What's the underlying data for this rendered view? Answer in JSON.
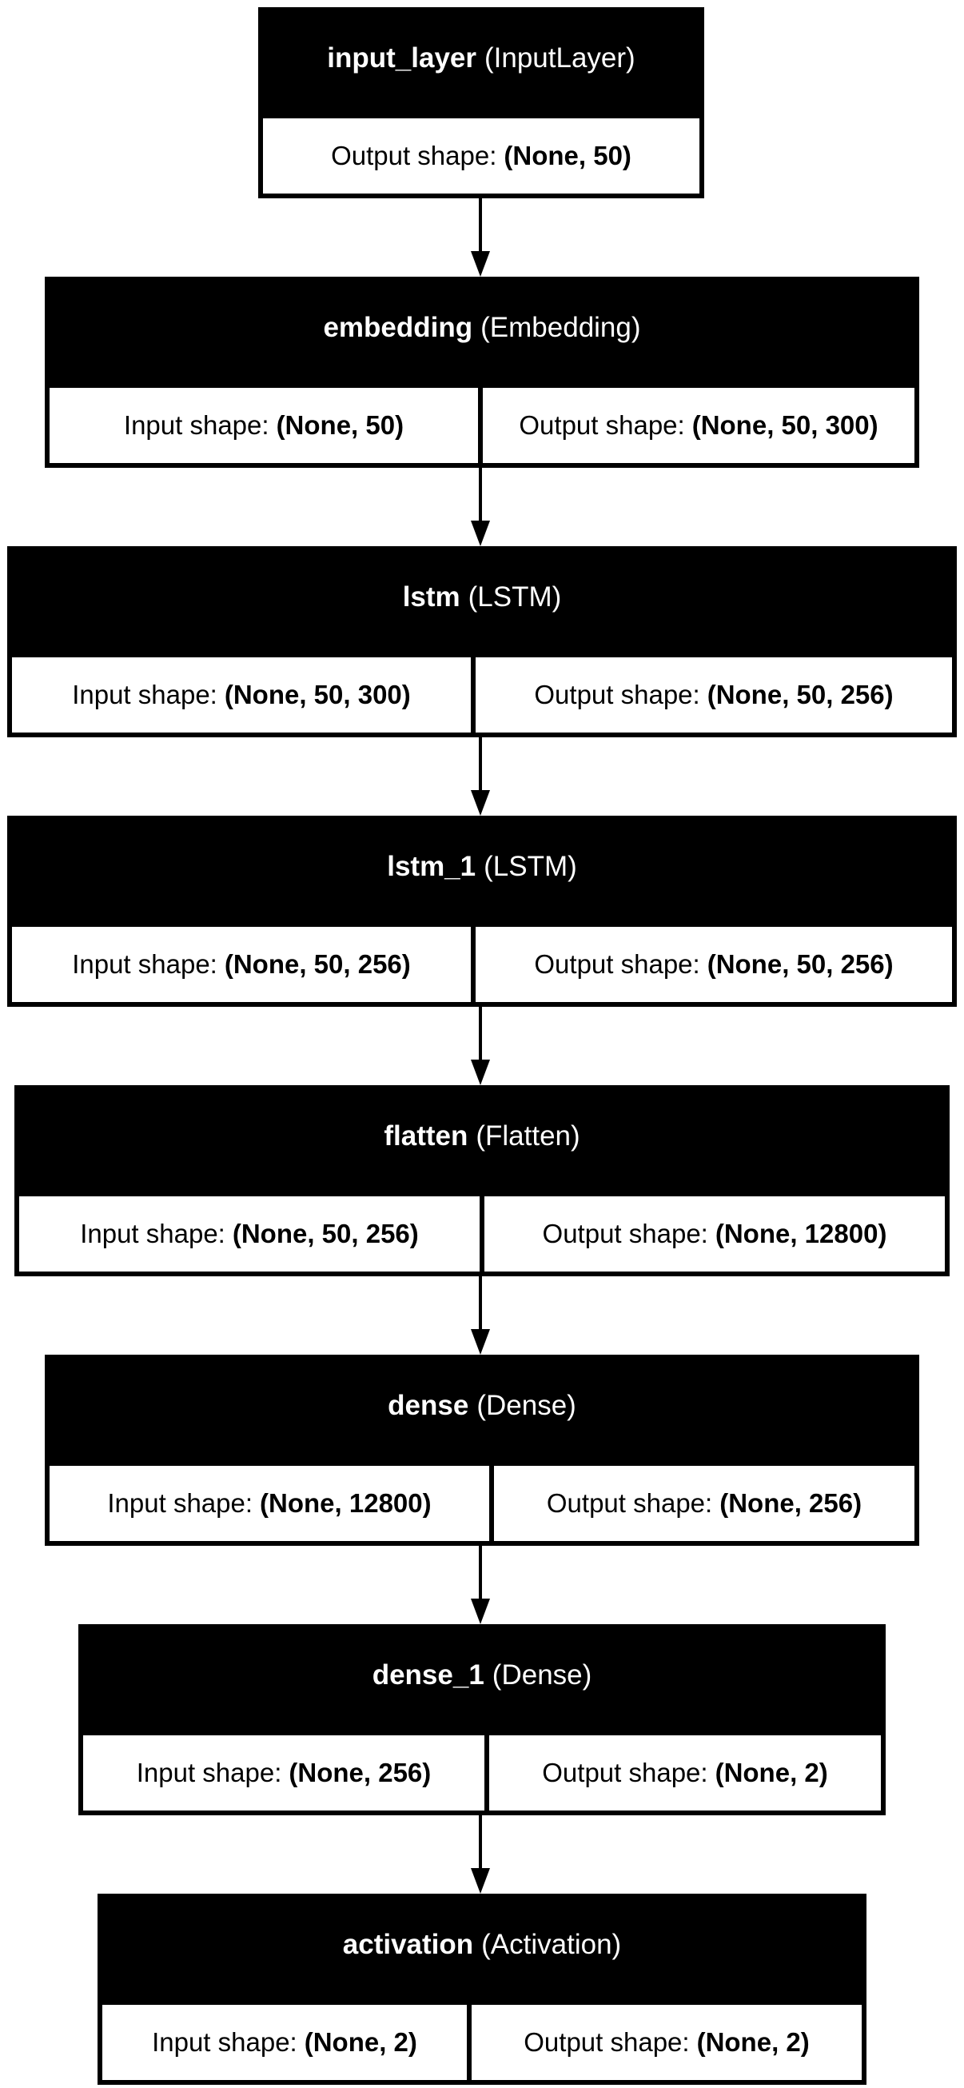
{
  "labels": {
    "input_shape": "Input shape:",
    "output_shape": "Output shape:"
  },
  "layers": [
    {
      "name": "input_layer",
      "type": "(InputLayer)",
      "input_shape": null,
      "output_shape": "(None, 50)"
    },
    {
      "name": "embedding",
      "type": "(Embedding)",
      "input_shape": "(None, 50)",
      "output_shape": "(None, 50, 300)"
    },
    {
      "name": "lstm",
      "type": "(LSTM)",
      "input_shape": "(None, 50, 300)",
      "output_shape": "(None, 50, 256)"
    },
    {
      "name": "lstm_1",
      "type": "(LSTM)",
      "input_shape": "(None, 50, 256)",
      "output_shape": "(None, 50, 256)"
    },
    {
      "name": "flatten",
      "type": "(Flatten)",
      "input_shape": "(None, 50, 256)",
      "output_shape": "(None, 12800)"
    },
    {
      "name": "dense",
      "type": "(Dense)",
      "input_shape": "(None, 12800)",
      "output_shape": "(None, 256)"
    },
    {
      "name": "dense_1",
      "type": "(Dense)",
      "input_shape": "(None, 256)",
      "output_shape": "(None, 2)"
    },
    {
      "name": "activation",
      "type": "(Activation)",
      "input_shape": "(None, 2)",
      "output_shape": "(None, 2)"
    }
  ]
}
